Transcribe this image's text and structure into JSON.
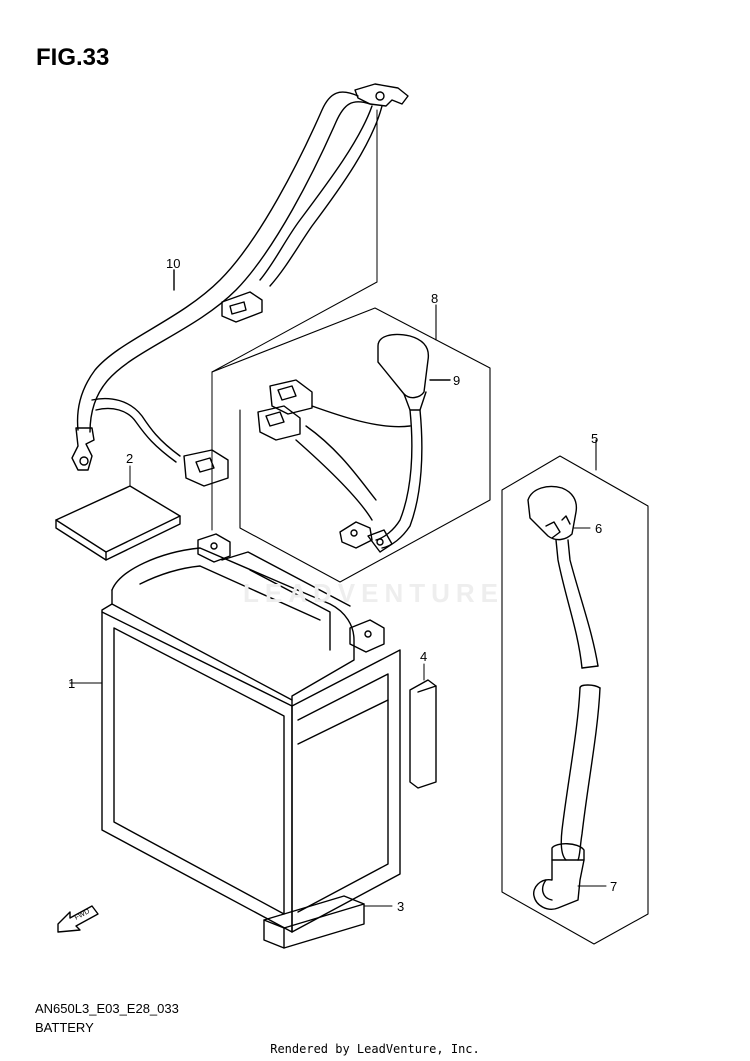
{
  "figure": {
    "title": "FIG.33",
    "part_code": "AN650L3_E03_E28_033",
    "part_name": "BATTERY",
    "watermark": "LEADVENTURE",
    "footer": "Rendered by LeadVenture, Inc.",
    "fwd_label": "FWD"
  },
  "callouts": {
    "c1": "1",
    "c2": "2",
    "c3": "3",
    "c4": "4",
    "c5": "5",
    "c6": "6",
    "c7": "7",
    "c8": "8",
    "c9": "9",
    "c10": "10"
  },
  "colors": {
    "line": "#000000",
    "background": "#ffffff",
    "watermark": "#eeeeee"
  }
}
